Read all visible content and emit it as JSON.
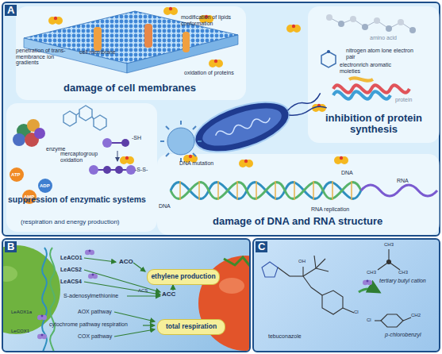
{
  "diagram": {
    "nodes": [
      {
        "text": [
          "A"
        ]
      },
      {
        "text": [
          "damage of cell membranes"
        ],
        "in": 0
      },
      {
        "text": [
          "inhibition of protein synthesis"
        ],
        "in": 0
      },
      {
        "text": [
          "suppression of enzymatic systems",
          "(respiration and energy production)"
        ],
        "in": 0
      },
      {
        "text": [
          "damage of DNA and RNA structure"
        ],
        "in": 0
      },
      {
        "text": [
          "B"
        ]
      },
      {
        "text": [
          "ethylene production"
        ],
        "in": 5
      },
      {
        "text": [
          "total respiration"
        ],
        "in": 5
      },
      {
        "text": [
          "C"
        ]
      }
    ],
    "labels": [
      "cell membrane",
      "penetration of trans-membrance ion gradients",
      "modification of lipids conformation",
      "oxidation of proteins",
      "amino acid",
      "nitrogen atom lone electron pair",
      "electronrich aromatic moieties",
      "protein",
      "enzyme",
      "-SH",
      "mercaptogroup oxidation",
      "ATP",
      "ADP",
      "AMP",
      "-S-S-",
      "DNA mutation",
      "DNA",
      "RNA replication",
      "DNA",
      "RNA",
      "LeACO1",
      "LeACS2",
      "LeACS4",
      "ACO",
      "S-adenosylmethionine",
      "ACS",
      "ACC",
      "LeAOX1a",
      "AOX pathway",
      "cytochrome pathway respiration",
      "LeCOX1",
      "COX pathway",
      "tebuconazole",
      "OH",
      "Cl",
      "tertiary butyl cation",
      "CH3",
      "CH3",
      "CH3",
      "Cl",
      "CH2",
      "p-chlorobenzyl"
    ]
  }
}
